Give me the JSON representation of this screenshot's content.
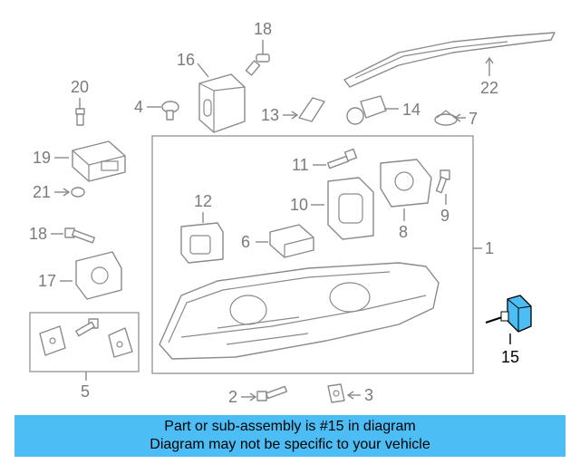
{
  "diagram": {
    "callouts": [
      "1",
      "2",
      "3",
      "4",
      "5",
      "6",
      "7",
      "8",
      "9",
      "10",
      "11",
      "12",
      "13",
      "14",
      "15",
      "16",
      "17",
      "18",
      "18",
      "19",
      "20",
      "21",
      "22"
    ],
    "highlighted_part": "15",
    "highlight_color": "#4dbef5",
    "line_color": "#8a8a8a"
  },
  "banner": {
    "line1": "Part or sub-assembly is #15 in diagram",
    "line2": "Diagram may not be specific to your vehicle",
    "background": "#4dbef5"
  }
}
